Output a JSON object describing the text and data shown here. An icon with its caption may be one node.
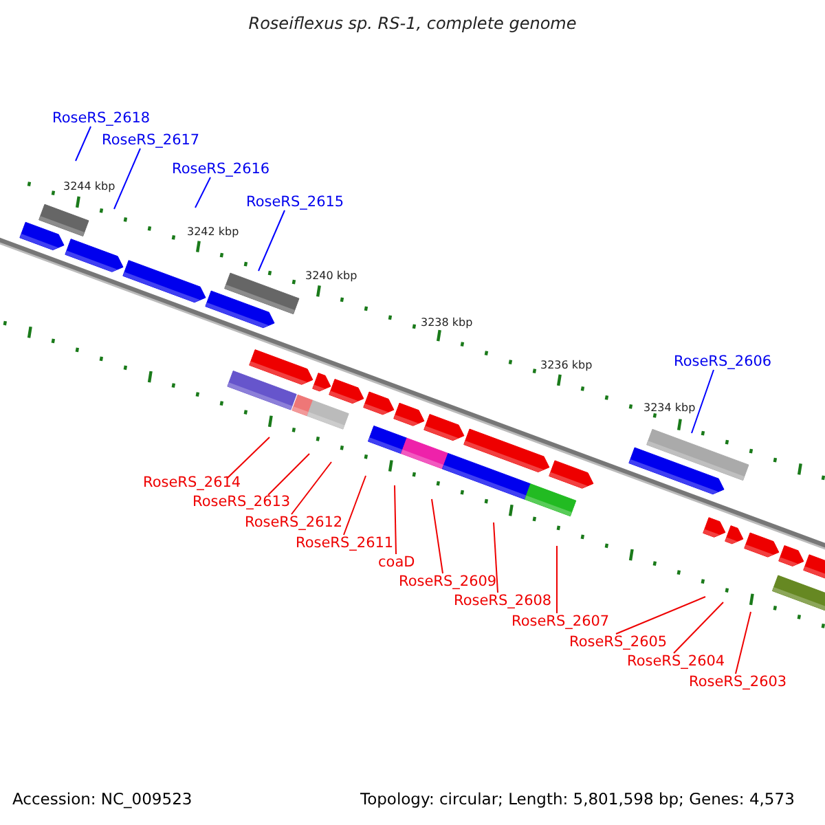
{
  "diagram": {
    "title": "Roseiflexus sp. RS-1, complete genome",
    "nodes": [
      {
        "text": [
          "RoseRS_2618"
        ]
      },
      {
        "text": [
          "RoseRS_2617"
        ]
      },
      {
        "text": [
          "RoseRS_2616"
        ]
      },
      {
        "text": [
          "RoseRS_2615"
        ]
      },
      {
        "text": [
          "RoseRS_2606"
        ]
      },
      {
        "text": [
          "RoseRS_2614"
        ]
      },
      {
        "text": [
          "RoseRS_2613"
        ]
      },
      {
        "text": [
          "RoseRS_2612"
        ]
      },
      {
        "text": [
          "RoseRS_2611"
        ]
      },
      {
        "text": [
          "coaD"
        ]
      },
      {
        "text": [
          "RoseRS_2609"
        ]
      },
      {
        "text": [
          "RoseRS_2608"
        ]
      },
      {
        "text": [
          "RoseRS_2607"
        ]
      },
      {
        "text": [
          "RoseRS_2605"
        ]
      },
      {
        "text": [
          "RoseRS_2604"
        ]
      },
      {
        "text": [
          "RoseRS_2603"
        ]
      }
    ],
    "edges": [
      {
        "from": 0,
        "to": null,
        "arrow": "none",
        "color": "#0000ff"
      },
      {
        "from": 1,
        "to": null,
        "arrow": "none",
        "color": "#0000ff"
      },
      {
        "from": 2,
        "to": null,
        "arrow": "none",
        "color": "#0000ff"
      },
      {
        "from": 3,
        "to": null,
        "arrow": "none",
        "color": "#0000ff"
      },
      {
        "from": 4,
        "to": null,
        "arrow": "none",
        "color": "#0000ff"
      },
      {
        "from": 5,
        "to": null,
        "arrow": "none"
      },
      {
        "from": 6,
        "to": null,
        "arrow": "none"
      },
      {
        "from": 7,
        "to": null,
        "arrow": "none"
      },
      {
        "from": 8,
        "to": null,
        "arrow": "none"
      },
      {
        "from": 9,
        "to": null,
        "arrow": "none"
      },
      {
        "from": 10,
        "to": null,
        "arrow": "none"
      },
      {
        "from": 11,
        "to": null,
        "arrow": "none"
      },
      {
        "from": 12,
        "to": null,
        "arrow": "none"
      },
      {
        "from": 13,
        "to": null,
        "arrow": "none"
      },
      {
        "from": 14,
        "to": null,
        "arrow": "none"
      },
      {
        "from": 15,
        "to": null,
        "arrow": "none"
      }
    ],
    "labels": [
      "3244 kbp",
      "3242 kbp",
      "3240 kbp",
      "3238 kbp",
      "3236 kbp",
      "3234 kbp",
      "Accession: NC_009523",
      "Topology: circular; Length: 5,801,598 bp; Genes: 4,573"
    ]
  }
}
